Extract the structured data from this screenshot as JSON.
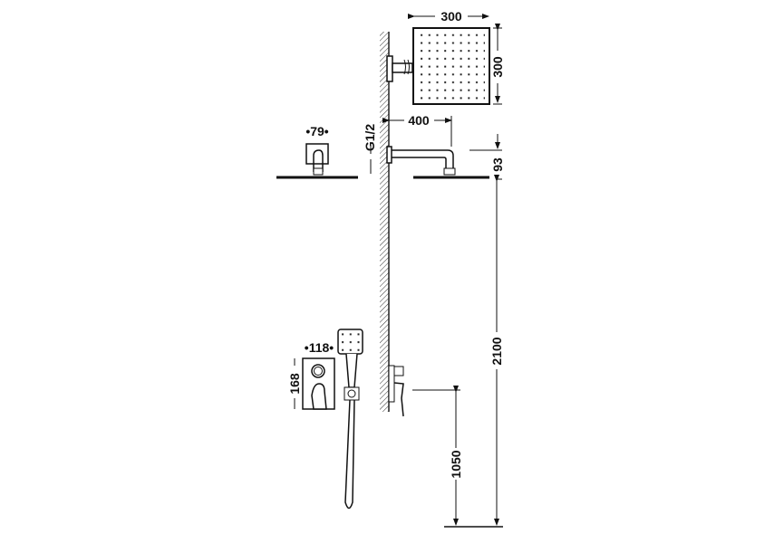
{
  "diagram": {
    "type": "technical-dimension-drawing",
    "subject": "shower set installation (rain shower head, arm, concealed mixer, hand shower)",
    "colors": {
      "line": "#1a1a1a",
      "background": "#ffffff"
    },
    "dimensions": {
      "head_width": "300",
      "head_depth": "300",
      "arm_length": "400",
      "head_height": "93",
      "thread": "G1/2",
      "ceiling_flange": "•79•",
      "plate_width": "•118•",
      "plate_height": "168",
      "outlet_height": "2100",
      "mixer_height": "1050"
    }
  }
}
